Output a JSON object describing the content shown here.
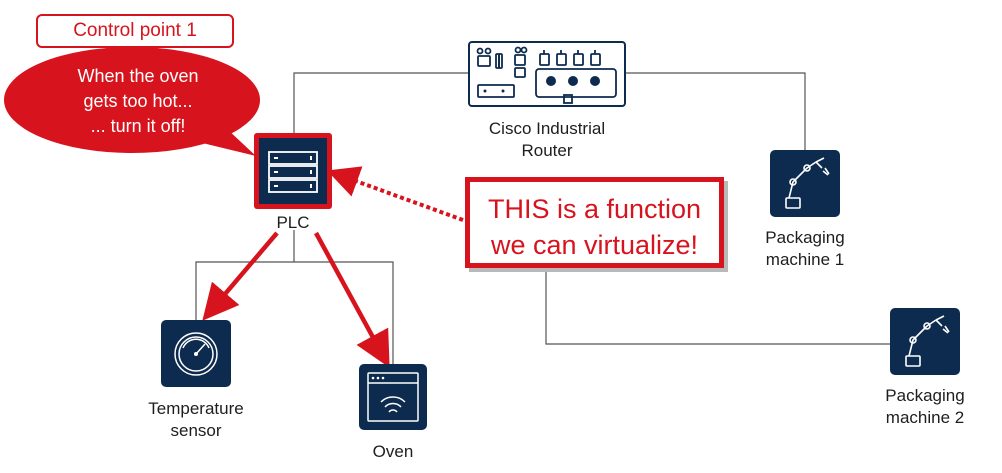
{
  "colors": {
    "accent": "#d7141d",
    "icon_bg": "#0d2b4e",
    "line": "#555555"
  },
  "control_point": {
    "label": "Control point 1"
  },
  "bubble": {
    "line1": "When the oven",
    "line2": "gets too hot...",
    "line3": "... turn it off!"
  },
  "callout": {
    "line1": "THIS is a function",
    "line2": "we can virtualize!"
  },
  "nodes": {
    "router": {
      "label_line1": "Cisco Industrial",
      "label_line2": "Router",
      "icon": "router-icon"
    },
    "plc": {
      "label": "PLC",
      "icon": "server-rack-icon"
    },
    "packaging1": {
      "label_line1": "Packaging",
      "label_line2": "machine 1",
      "icon": "robot-arm-icon"
    },
    "packaging2": {
      "label_line1": "Packaging",
      "label_line2": "machine 2",
      "icon": "robot-arm-icon"
    },
    "temp_sensor": {
      "label_line1": "Temperature",
      "label_line2": "sensor",
      "icon": "gauge-icon"
    },
    "oven": {
      "label": "Oven",
      "icon": "oven-window-icon"
    }
  }
}
